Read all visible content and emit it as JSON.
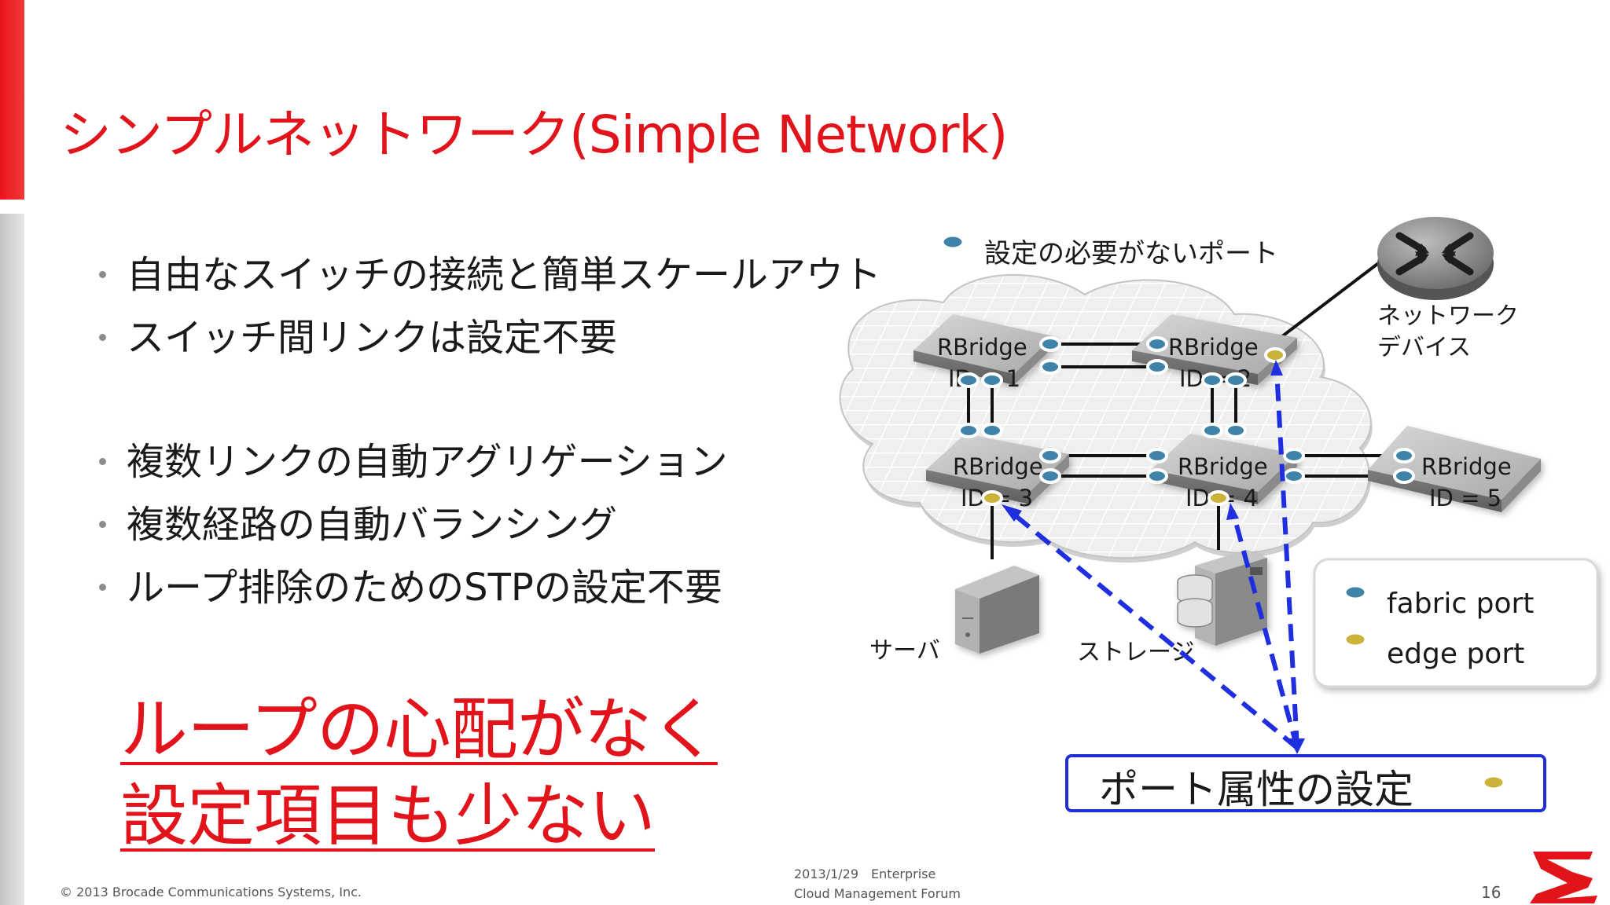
{
  "title": "シンプルネットワーク(Simple Network)",
  "bullets": [
    "自由なスイッチの接続と簡単スケールアウト",
    "スイッチ間リンクは設定不要",
    "複数リンクの自動アグリゲーション",
    "複数経路の自動バランシング",
    "ループ排除のためのSTPの設定不要"
  ],
  "emphasis": [
    "ループの心配がなく",
    "設定項目も少ない"
  ],
  "diagram": {
    "no_config_label": "設定の必要がないポート",
    "network_device_label": [
      "ネットワーク",
      "デバイス"
    ],
    "switches": [
      {
        "name": "RBridge",
        "id": "ID = 1"
      },
      {
        "name": "RBridge",
        "id": "ID = 2"
      },
      {
        "name": "RBridge",
        "id": "ID = 3"
      },
      {
        "name": "RBridge",
        "id": "ID = 4"
      },
      {
        "name": "RBridge",
        "id": "ID = 5"
      }
    ],
    "server_label": "サーバ",
    "storage_label": "ストレージ",
    "legend": {
      "fabric": "fabric port",
      "edge": "edge port"
    },
    "port_config_label": "ポート属性の設定",
    "colors": {
      "fabric": "#3f84a8",
      "edge": "#cbb23a",
      "arrow": "#1f2fe0",
      "box": "#1f2fd8"
    }
  },
  "footer": {
    "copyright": "© 2013 Brocade Communications Systems, Inc.",
    "date_event": "2013/1/29　Enterprise",
    "forum": "Cloud Management Forum",
    "page": "16"
  }
}
